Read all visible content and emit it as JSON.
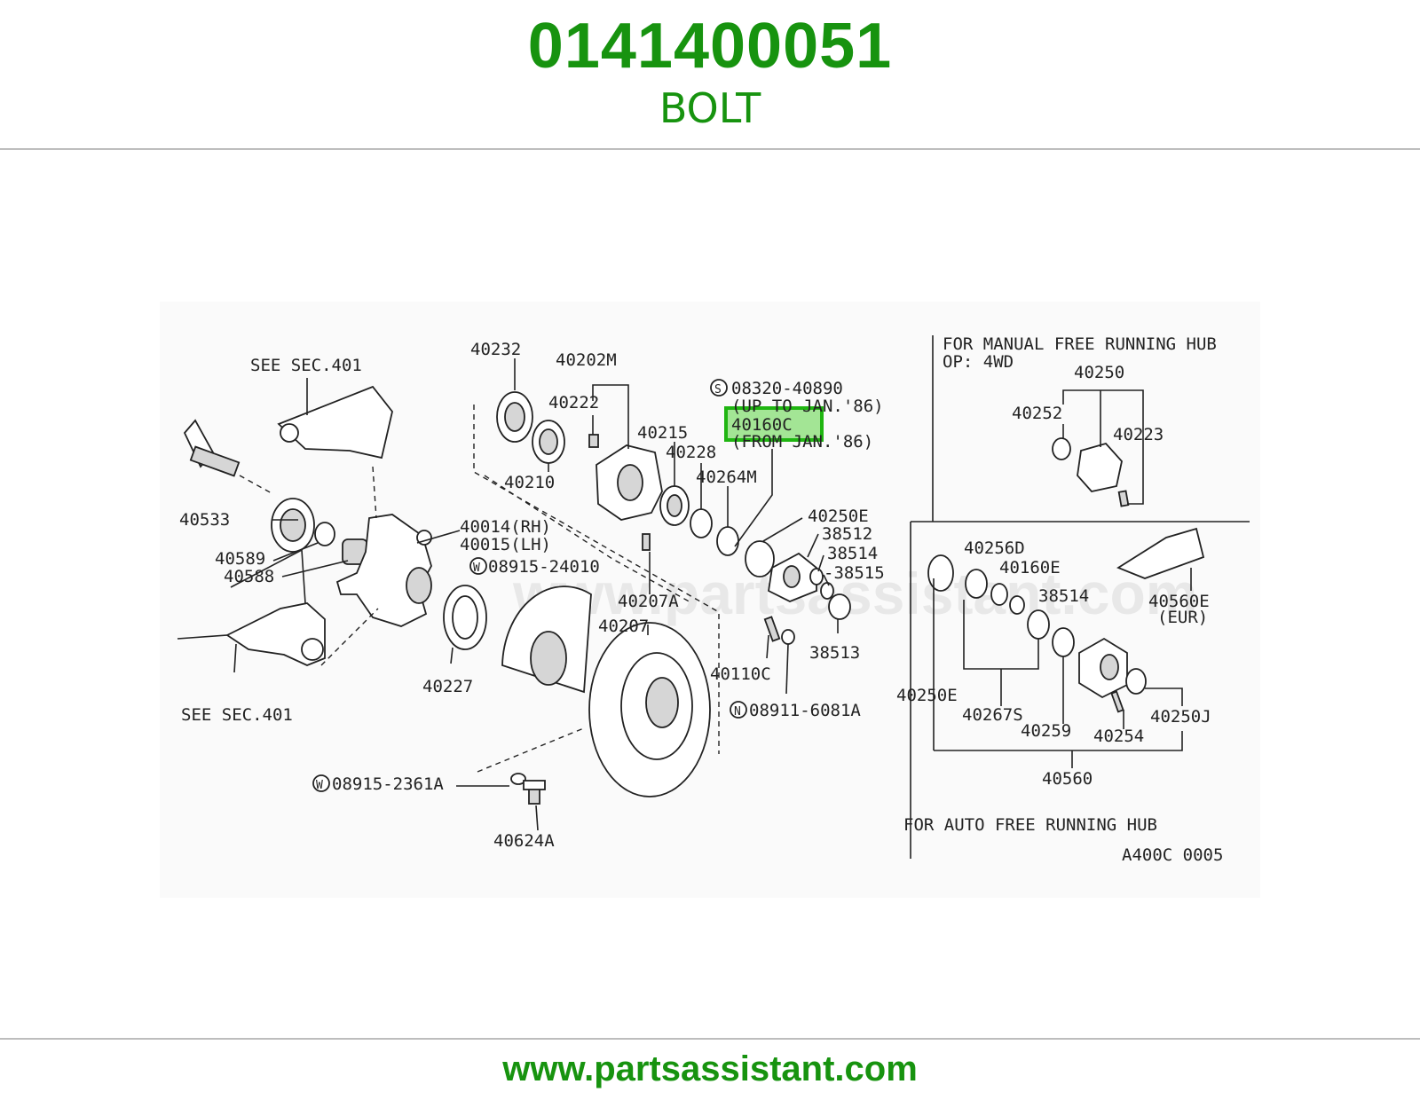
{
  "header": {
    "part_number": "0141400051",
    "part_name": "BOLT"
  },
  "footer": {
    "url": "www.partsassistant.com"
  },
  "colors": {
    "brand_green": "#17930f",
    "highlight_fill": "#7ddc6a",
    "highlight_border": "#1fb511",
    "rule": "#bdbdbd"
  },
  "diagram": {
    "watermark": "www.partsassistant.com",
    "highlighted_part": "40160C",
    "diagram_code": "A400C 0005",
    "section_titles": {
      "manual_hub": "FOR MANUAL FREE RUNNING HUB",
      "manual_hub_op": "OP: 4WD",
      "auto_hub": "FOR AUTO FREE RUNNING HUB"
    },
    "labels": {
      "see_sec_top": "SEE SEC.401",
      "see_sec_bottom": "SEE SEC.401",
      "p40533": "40533",
      "p40589": "40589",
      "p40588": "40588",
      "p40014": "40014(RH)",
      "p40015": "40015(LH)",
      "p08915_24010": "08915-24010",
      "p40227": "40227",
      "p08915_2361a": "08915-2361A",
      "p40624a": "40624A",
      "p40232": "40232",
      "p40210": "40210",
      "p40202m": "40202M",
      "p40222": "40222",
      "p40215": "40215",
      "p40228": "40228",
      "p40264m": "40264M",
      "p40207a": "40207A",
      "p40207": "40207",
      "p08320_40890": "08320-40890",
      "up_to_jan86": "(UP TO JAN.'86)",
      "p40160c": "40160C",
      "from_jan86": "(FROM JAN.'86)",
      "p40250e_top": "40250E",
      "p38512": "38512",
      "p38514_top": "38514",
      "p38515": "-38515",
      "p38513": "38513",
      "p40110c": "40110C",
      "p08911_6081a": "08911-6081A",
      "p40250": "40250",
      "p40252": "40252",
      "p40223": "40223",
      "p40256d": "40256D",
      "p40160e": "40160E",
      "p38514_right": "38514",
      "p40560e": "40560E",
      "eur": "(EUR)",
      "p40250e_bottom": "40250E",
      "p40267s": "40267S",
      "p40259": "40259",
      "p40254": "40254",
      "p40250j": "40250J",
      "p40560": "40560"
    },
    "symbols": {
      "washer": "W",
      "special": "S",
      "nut": "N"
    }
  }
}
